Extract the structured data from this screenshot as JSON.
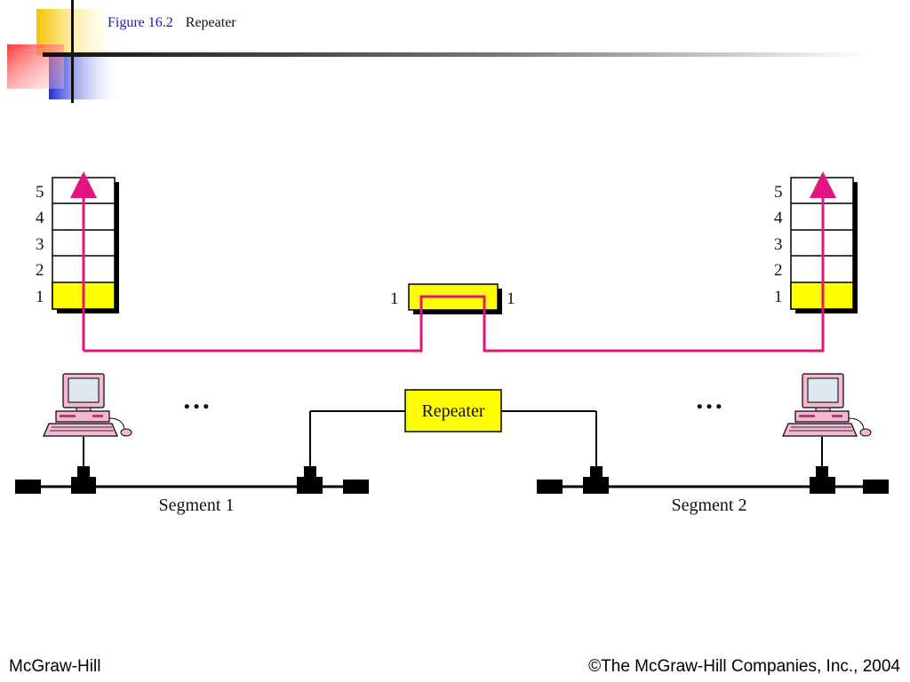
{
  "figure": {
    "number": "Figure 16.2",
    "title": "Repeater"
  },
  "stack_labels": [
    "5",
    "4",
    "3",
    "2",
    "1"
  ],
  "repeater_ports": {
    "left": "1",
    "right": "1"
  },
  "repeater": {
    "label": "Repeater"
  },
  "ellipsis": "…",
  "segments": {
    "left": "Segment 1",
    "right": "Segment 2"
  },
  "footer": {
    "left": "McGraw-Hill",
    "right": "©The McGraw-Hill Companies, Inc., 2004"
  },
  "colors": {
    "highlight": "#ffff00",
    "path": "#e0157f",
    "title_blue": "#1a1aa8",
    "computer_pink": "#f2b8d4"
  }
}
